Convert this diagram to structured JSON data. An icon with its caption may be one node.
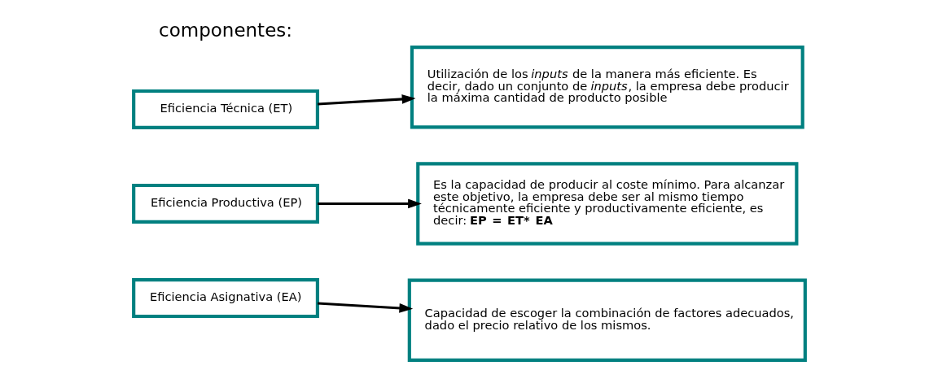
{
  "diagram": {
    "nodes": [
      {
        "text": [
          "Eficiencia Técnica (ET)"
        ]
      },
      {
        "text": [
          "Utilización de los *inputs* de la manera más eficiente. Es decir, dado un conjunto de *inputs*, la empresa debe producir la máxima cantidad de producto posible"
        ]
      },
      {
        "text": [
          "Eficiencia Productiva (EP)"
        ]
      },
      {
        "text": [
          "Es la capacidad de producir al coste mínimo. Para alcanzar este objetivo, la empresa debe ser al mismo tiempo técnicamente eficiente y productivamente eficiente, es decir: **EP = ET* EA**"
        ]
      },
      {
        "text": [
          "Eficiencia Asignativa (EA)"
        ]
      },
      {
        "text": [
          "Capacidad de escoger la combinación de factores adecuados, dado el precio relativo de los mismos."
        ]
      }
    ],
    "edges": [
      {
        "from": 0,
        "to": 1,
        "arrow": "to"
      },
      {
        "from": 2,
        "to": 3,
        "arrow": "to"
      },
      {
        "from": 4,
        "to": 5,
        "arrow": "to"
      }
    ],
    "labels": [
      "componentes:"
    ]
  }
}
